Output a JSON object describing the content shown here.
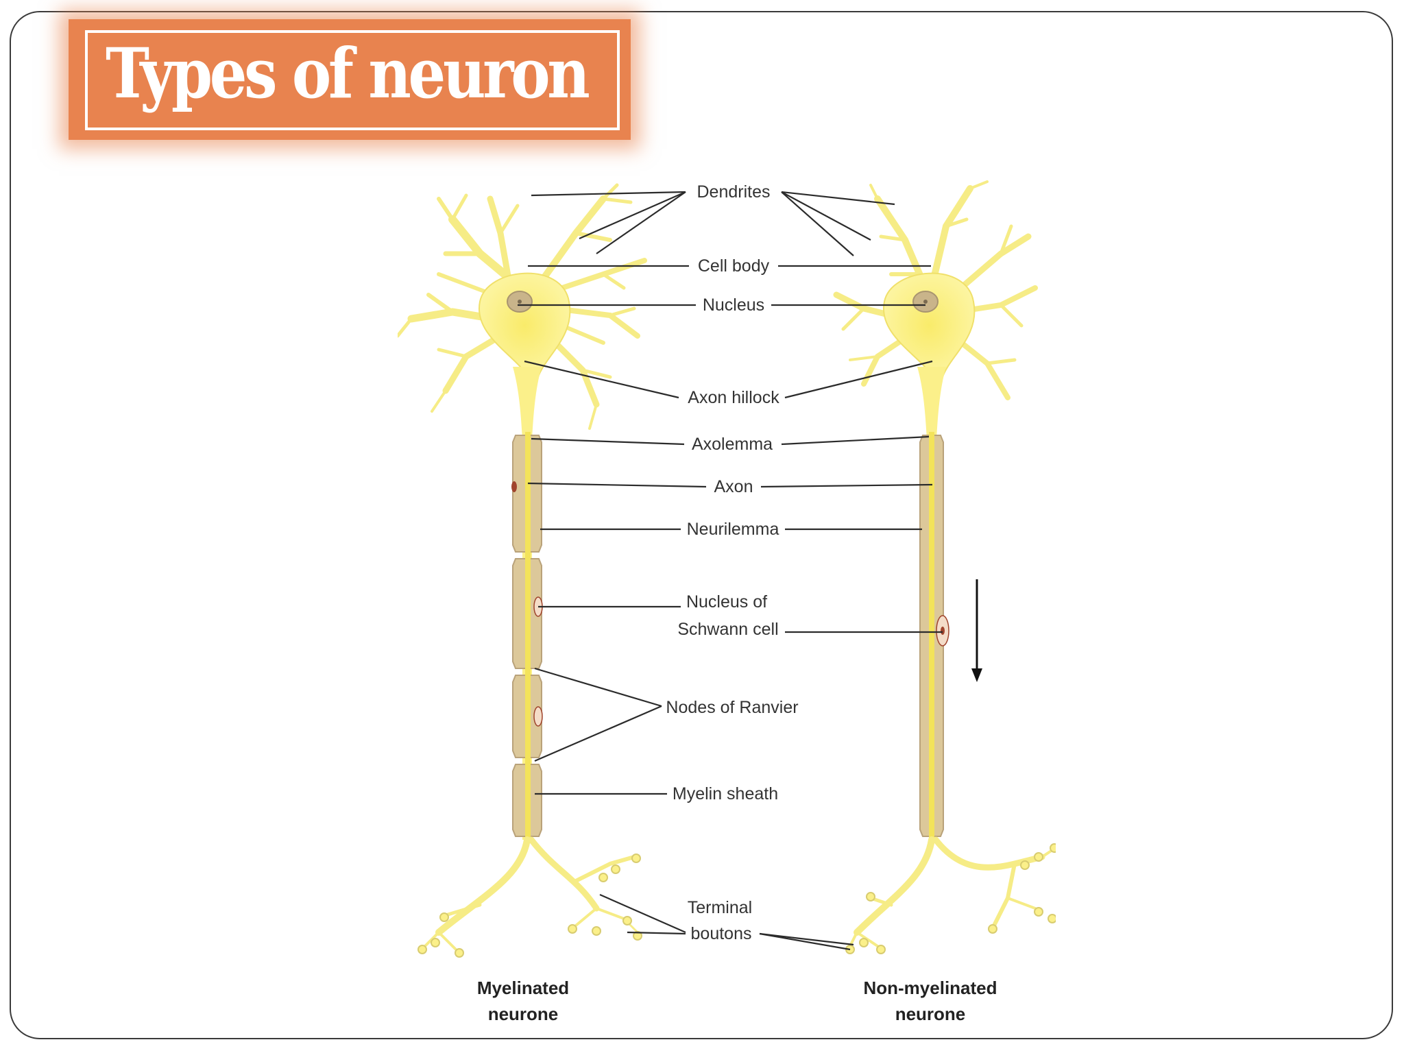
{
  "slide": {
    "title": "Types of neuron"
  },
  "diagram": {
    "labels": {
      "dendrites": "Dendrites",
      "cell_body": "Cell body",
      "nucleus": "Nucleus",
      "axon_hillock": "Axon hillock",
      "axolemma": "Axolemma",
      "axon": "Axon",
      "neurilemma": "Neurilemma",
      "nucleus_of": "Nucleus of",
      "schwann_cell": "Schwann cell",
      "nodes_of_ranvier": "Nodes of Ranvier",
      "myelin_sheath": "Myelin sheath",
      "terminal": "Terminal",
      "boutons": "boutons"
    },
    "captions": {
      "left_line1": "Myelinated",
      "left_line2": "neurone",
      "right_line1": "Non-myelinated",
      "right_line2": "neurone"
    },
    "colors": {
      "neuron_fill": "#fbf08a",
      "neuron_core": "#f3e35a",
      "myelin": "#dcc89a",
      "nucleus": "#c9b48a",
      "title_bg": "#e8834f"
    }
  }
}
